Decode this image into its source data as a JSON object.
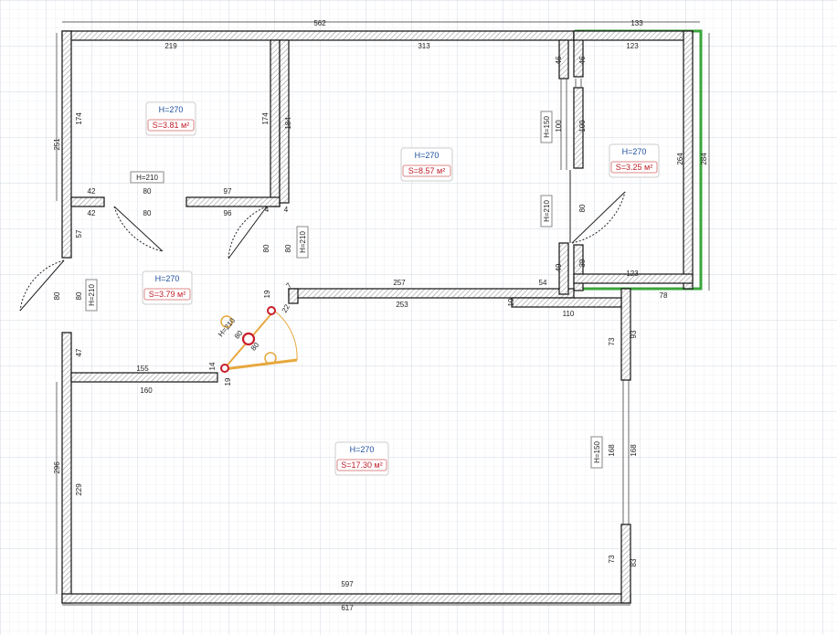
{
  "rooms": [
    {
      "height": "H=270",
      "area": "S=3.81 м²"
    },
    {
      "height": "H=270",
      "area": "S=8.57 м²"
    },
    {
      "height": "H=270",
      "area": "S=3.25 м²"
    },
    {
      "height": "H=270",
      "area": "S=3.79 м²"
    },
    {
      "height": "H=270",
      "area": "S=17.30 м²"
    }
  ],
  "door_labels": [
    "H=210",
    "H=210",
    "H=210",
    "H=210",
    "H=150",
    "H=150",
    "H=210"
  ],
  "dimensions": {
    "top_total": "562",
    "top_balcony": "133",
    "r1_top": "219",
    "r2_top": "313",
    "balc_top": "123",
    "balc_bottom": "123",
    "r1_left": "174",
    "r1_right": "174",
    "r2_left": "184",
    "left_251": "251",
    "right_264": "264",
    "right_284": "284",
    "w46a": "46",
    "w46b": "46",
    "w100a": "100",
    "w100b": "100",
    "w80_balc": "80",
    "w39": "39",
    "w49": "49",
    "w54": "54",
    "w78": "78",
    "c42a": "42",
    "c80a": "80",
    "c97": "97",
    "c42b": "42",
    "c80b": "80",
    "c96": "96",
    "d4a": "4",
    "d4b": "4",
    "d80c": "80",
    "d80d": "80",
    "h57": "57",
    "h80e": "80",
    "h80f": "80",
    "h47": "47",
    "c155": "155",
    "c160": "160",
    "c257": "257",
    "c253": "253",
    "c110": "110",
    "c10": "10",
    "e14": "14",
    "e19a": "19",
    "e19b": "19",
    "e22": "22",
    "e80g": "80",
    "e80h": "80",
    "e7": "7",
    "r93": "93",
    "r73a": "73",
    "r73b": "73",
    "r83": "83",
    "r168a": "168",
    "r168b": "168",
    "left_296": "296",
    "left_229": "229",
    "bot_597": "597",
    "bot_617": "617"
  }
}
